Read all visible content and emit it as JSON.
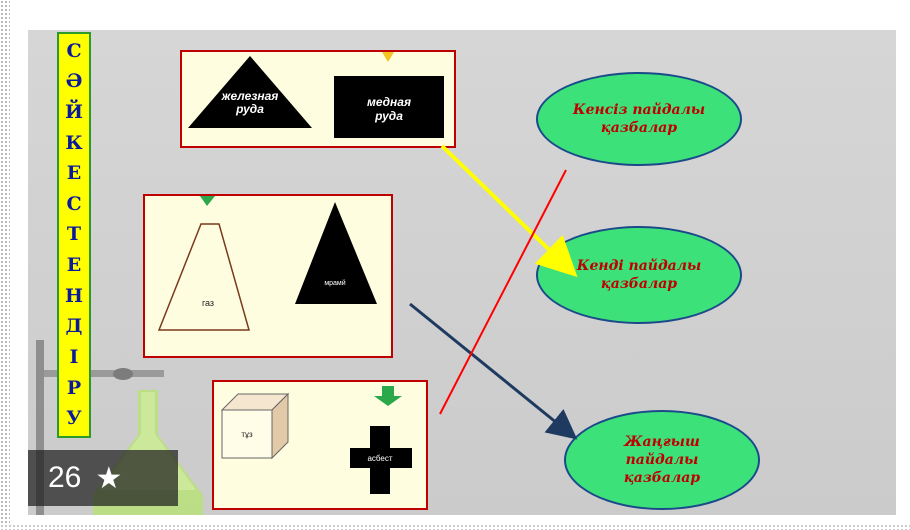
{
  "title_letters": [
    "С",
    "Ә",
    "Й",
    "К",
    "Е",
    "С",
    "Т",
    "Е",
    "Н",
    "Д",
    "І",
    "Р",
    "У"
  ],
  "box1": {
    "triangle_label": "железная руда",
    "rect_label": "медная руда"
  },
  "box2": {
    "trapezoid_label": "газ",
    "triangle_label": "мрамй"
  },
  "box3": {
    "cube_label": "тұз",
    "cross_label": "асбест"
  },
  "ellipses": [
    {
      "line1": "Кенсіз пайдалы",
      "line2": "қазбалар",
      "line3": ""
    },
    {
      "line1": "Кенді пайдалы",
      "line2": "қазбалар",
      "line3": ""
    },
    {
      "line1": "Жаңғыш",
      "line2": "пайдалы",
      "line3": "қазбалар"
    }
  ],
  "counter": {
    "value": "26",
    "star_icon": "star-icon"
  },
  "colors": {
    "slide_bg": "#cfcfcf",
    "box_border": "#c00000",
    "box_fill": "#fffde0",
    "ellipse_fill": "#3de17a",
    "ellipse_text": "#c00000",
    "title_bg": "#ffff00",
    "title_text": "#0a1a9a",
    "arrow_yellow": "#ffff00",
    "arrow_navy": "#1f3a60",
    "line_red": "#ff0000"
  }
}
